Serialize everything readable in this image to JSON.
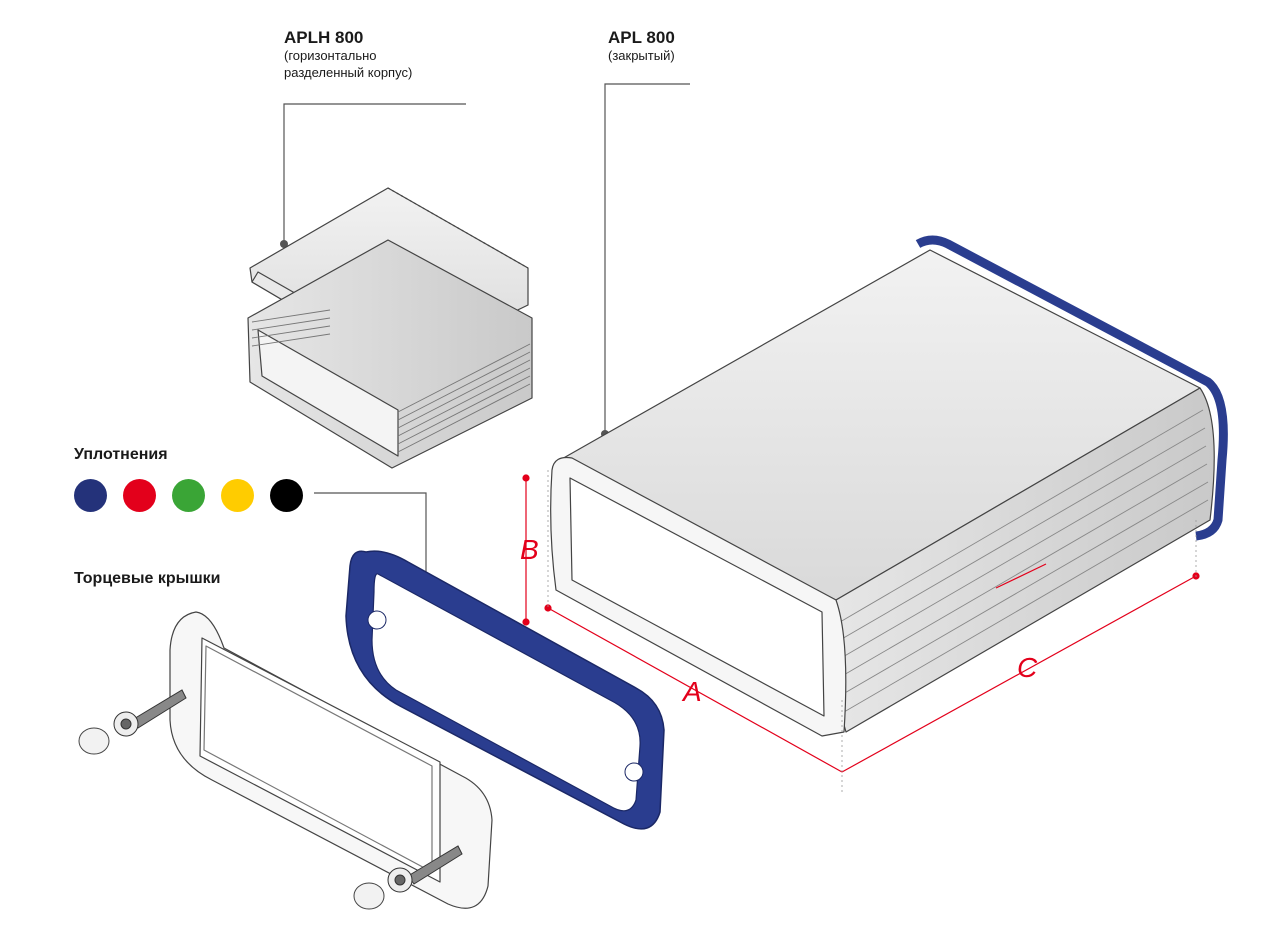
{
  "aplh": {
    "title": "APLH 800",
    "line1": "(горизонтально",
    "line2": "разделенный корпус)"
  },
  "apl": {
    "title": "APL 800",
    "line1": "(закрытый)"
  },
  "seals": {
    "heading": "Уплотнения",
    "colors": [
      {
        "name": "blue",
        "hex": "#24327a"
      },
      {
        "name": "red",
        "hex": "#e3001b"
      },
      {
        "name": "green",
        "hex": "#3aa536"
      },
      {
        "name": "yellow",
        "hex": "#ffcc00"
      },
      {
        "name": "black",
        "hex": "#000000"
      }
    ]
  },
  "end_caps": {
    "heading": "Торцевые крышки"
  },
  "dimensions": {
    "a": "A",
    "b": "B",
    "c": "C"
  },
  "accent_color": "#e3001b",
  "seal_color": "#2a3d8f"
}
